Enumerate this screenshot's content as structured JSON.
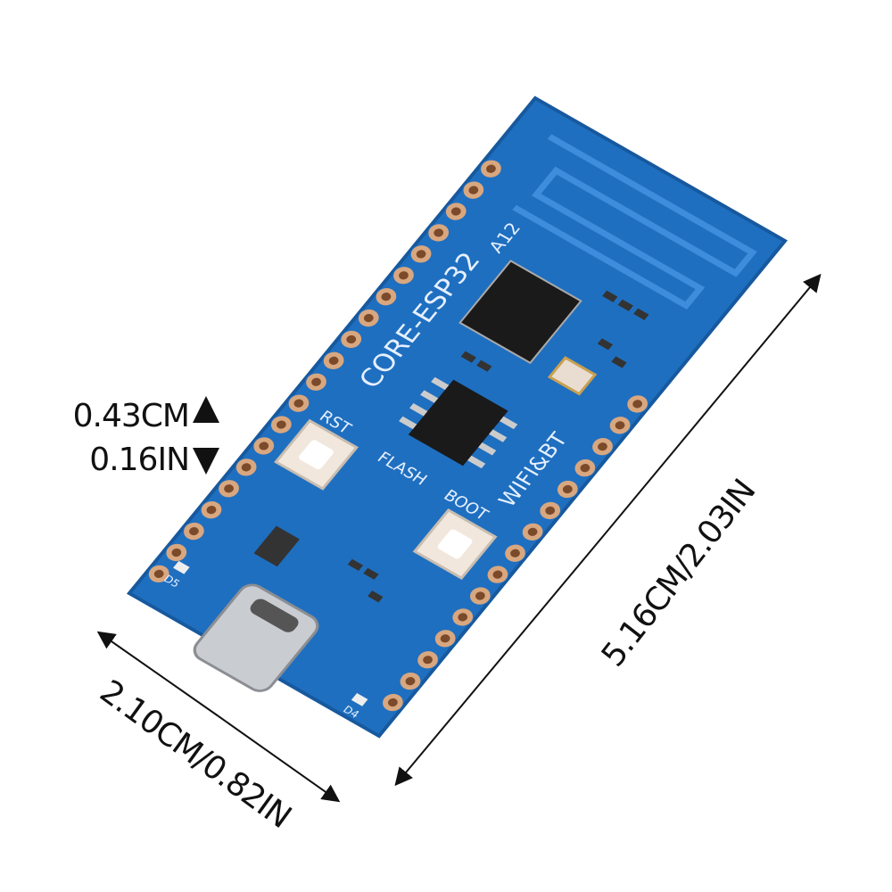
{
  "board": {
    "silkscreen": {
      "name": "CORE-ESP32",
      "antenna_label": "A12",
      "rst_label": "RST",
      "flash_label": "FLASH",
      "boot_label": "BOOT",
      "wireless_label": "WIFI&BT",
      "led1_label": "D5",
      "led2_label": "D4"
    },
    "colors": {
      "pcb": "#1f6fc0",
      "pcb_dark": "#17599e",
      "pads": "#d9a77f",
      "button": "#f1e7dc",
      "chip": "#1a1a1a"
    }
  },
  "dimensions": {
    "pin_pitch_cm": "0.43CM",
    "pin_pitch_in": "0.16IN",
    "length": "5.16CM/2.03IN",
    "width": "2.10CM/0.82IN"
  }
}
